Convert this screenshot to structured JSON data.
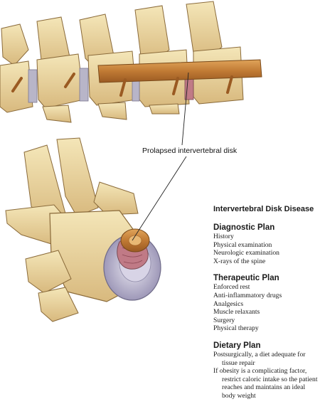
{
  "callout": {
    "label": "Prolapsed intervertebral disk"
  },
  "panel": {
    "title": "Intervertebral Disk Disease",
    "sections": [
      {
        "title": "Diagnostic Plan",
        "items": [
          "History",
          "Physical examination",
          "Neurologic examination",
          "X-rays of the spine"
        ]
      },
      {
        "title": "Therapeutic Plan",
        "items": [
          "Enforced rest",
          "Anti-inflammatory drugs",
          "Analgesics",
          "Muscle relaxants",
          "Surgery",
          "Physical therapy"
        ]
      },
      {
        "title": "Dietary Plan",
        "items": [
          "Postsurgically, a diet adequate for tissue repair",
          "If obesity is a complicating factor, restrict caloric intake so the patient reaches and maintains an ideal body weight"
        ]
      }
    ]
  },
  "colors": {
    "bone": "#eddba6",
    "bone_shadow": "#c9a86a",
    "bone_outline": "#8a6a3a",
    "spinal_cord": "#c88a3e",
    "disk": "#b8b5c8",
    "prolapse": "#c07a86"
  }
}
